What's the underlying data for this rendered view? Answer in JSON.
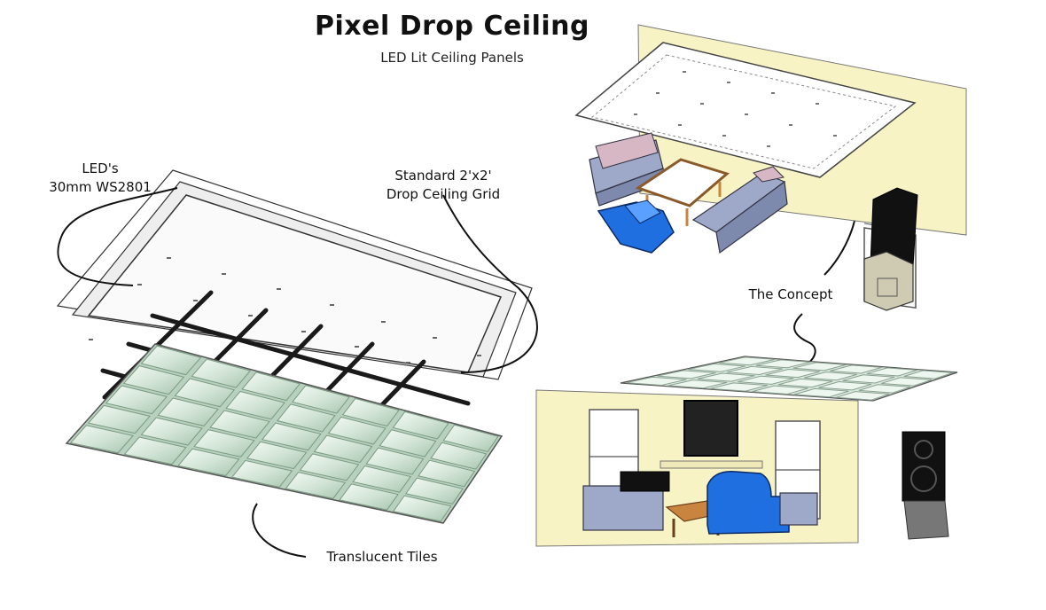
{
  "title": "Pixel Drop Ceiling",
  "subtitle": "LED Lit Ceiling Panels",
  "labels": {
    "leds_line1": "LED's",
    "leds_line2": "30mm WS2801",
    "grid_line1": "Standard 2'x2'",
    "grid_line2": "Drop Ceiling Grid",
    "concept": "The Concept",
    "tiles": "Translucent Tiles"
  },
  "colors": {
    "wall": "#f8f3c4",
    "tile": "#cfe3d3",
    "grid": "#1a1a1a",
    "sofa": "#9ea9c9",
    "armchair": "#1f6fe0",
    "table": "#c9853f",
    "speaker": "#111111"
  }
}
